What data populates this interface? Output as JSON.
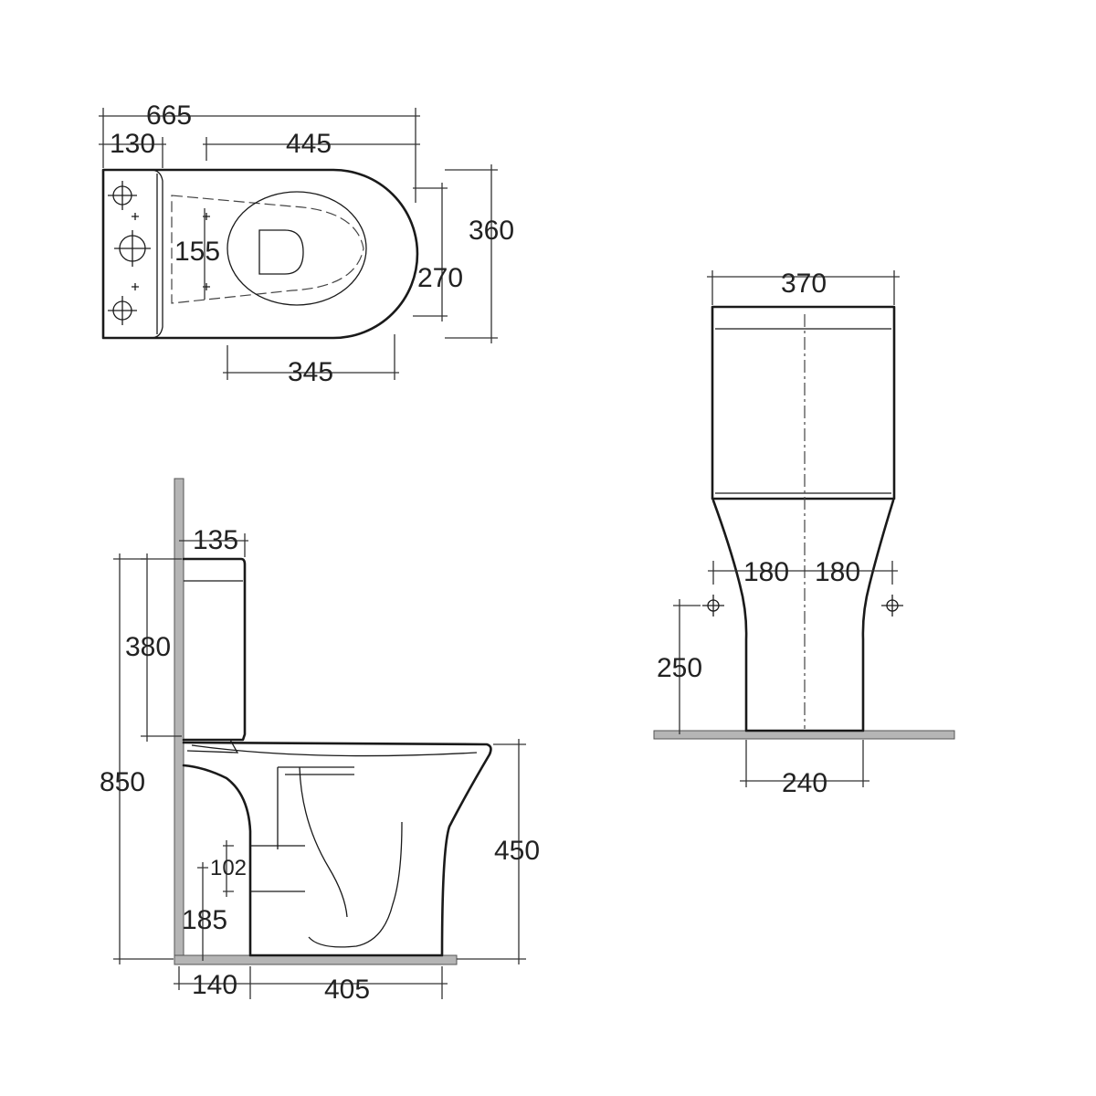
{
  "top_view": {
    "overall_length": "665",
    "rear_depth": "130",
    "bowl_length": "445",
    "overall_width": "360",
    "bowl_width": "270",
    "fixing_spacing": "155",
    "seat_length": "345"
  },
  "side_view": {
    "cistern_depth": "135",
    "cistern_height": "380",
    "total_height": "850",
    "seat_height": "450",
    "outlet_diameter": "102",
    "outlet_height": "185",
    "wall_to_outlet": "140",
    "base_length": "405"
  },
  "front_view": {
    "cistern_width": "370",
    "fixing_left": "180",
    "fixing_right": "180",
    "fixing_height": "250",
    "base_width": "240"
  }
}
